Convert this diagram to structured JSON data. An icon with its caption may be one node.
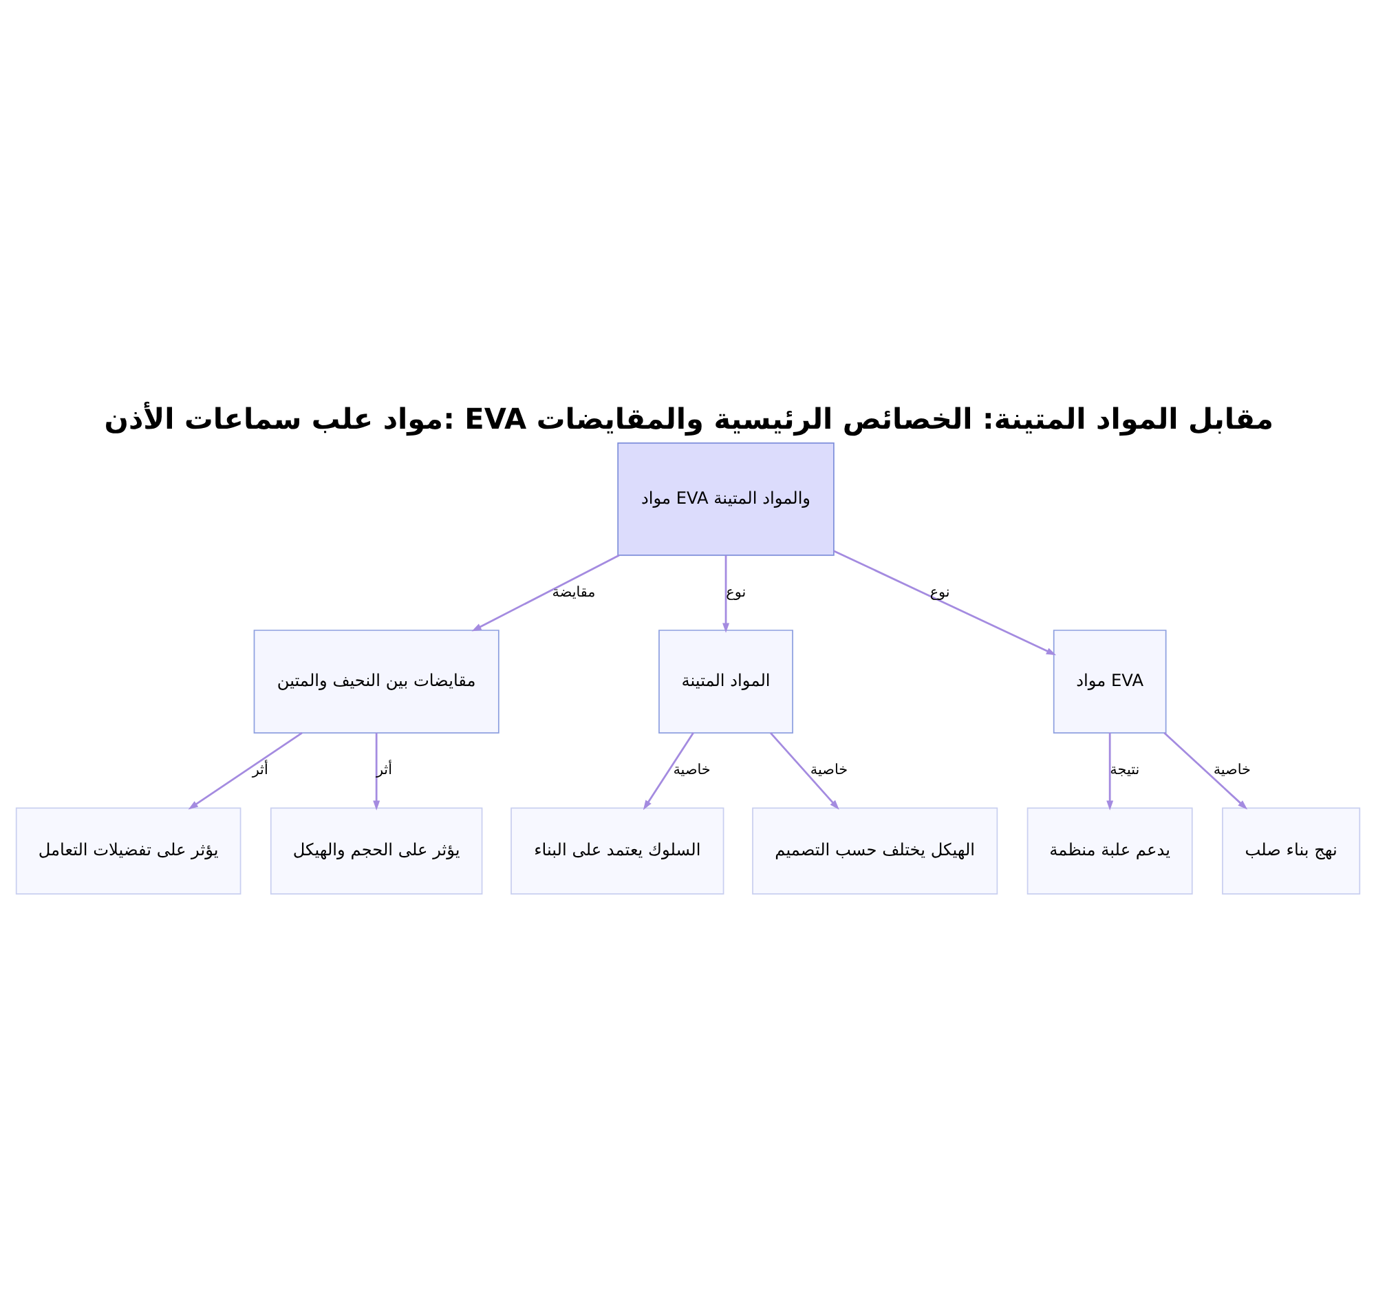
{
  "diagram": {
    "title": "مواد علب سماعات الأذن: EVA مقابل المواد المتينة: الخصائص الرئيسية والمقايضات",
    "nodes": [
      {
        "text": [
          "مواد EVA والمواد المتينة"
        ]
      },
      {
        "text": [
          "مقايضات بين النحيف والمتين"
        ]
      },
      {
        "text": [
          "المواد المتينة"
        ]
      },
      {
        "text": [
          "مواد EVA"
        ]
      },
      {
        "text": [
          "يؤثر على تفضيلات التعامل"
        ]
      },
      {
        "text": [
          "يؤثر على الحجم والهيكل"
        ]
      },
      {
        "text": [
          "السلوك يعتمد على البناء"
        ]
      },
      {
        "text": [
          "الهيكل يختلف حسب التصميم"
        ]
      },
      {
        "text": [
          "يدعم علبة منظمة"
        ]
      },
      {
        "text": [
          "نهج بناء صلب"
        ]
      }
    ],
    "edges": [
      {
        "from": 0,
        "to": 1,
        "arrow": "to",
        "label": "مقايضة"
      },
      {
        "from": 0,
        "to": 2,
        "arrow": "to",
        "label": "نوع"
      },
      {
        "from": 0,
        "to": 3,
        "arrow": "to",
        "label": "نوع"
      },
      {
        "from": 1,
        "to": 4,
        "arrow": "to",
        "label": "أثر"
      },
      {
        "from": 1,
        "to": 5,
        "arrow": "to",
        "label": "أثر"
      },
      {
        "from": 2,
        "to": 6,
        "arrow": "to",
        "label": "خاصية"
      },
      {
        "from": 2,
        "to": 7,
        "arrow": "to",
        "label": "خاصية"
      },
      {
        "from": 3,
        "to": 8,
        "arrow": "to",
        "label": "نتيجة"
      },
      {
        "from": 3,
        "to": 9,
        "arrow": "to",
        "label": "خاصية"
      }
    ]
  }
}
